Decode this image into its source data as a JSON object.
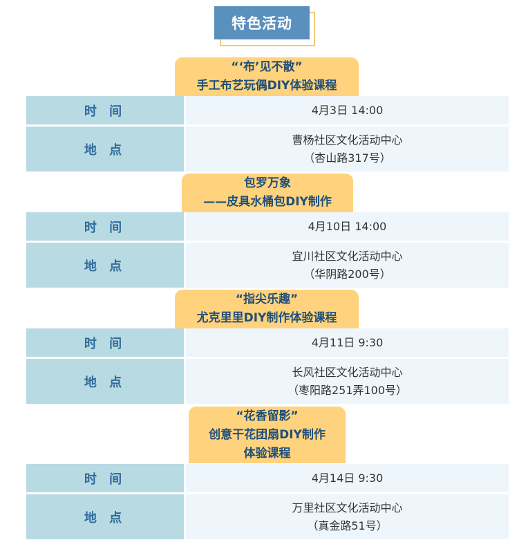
{
  "section_title": "特色活动",
  "events": [
    {
      "title_lines": [
        "“‘布’见不散”",
        "手工布艺玩偶DIY体验课程"
      ],
      "time_label": "时 间",
      "time_value": "4月3日 14:00",
      "place_label": "地 点",
      "place_lines": [
        "曹杨社区文化活动中心",
        "（杏山路317号）"
      ]
    },
    {
      "title_lines": [
        "包罗万象",
        "——皮具水桶包DIY制作"
      ],
      "time_label": "时 间",
      "time_value": "4月10日 14:00",
      "place_label": "地 点",
      "place_lines": [
        "宜川社区文化活动中心",
        "（华阴路200号）"
      ]
    },
    {
      "title_lines": [
        "“指尖乐趣”",
        "尤克里里DIY制作体验课程"
      ],
      "time_label": "时 间",
      "time_value": "4月11日 9:30",
      "place_label": "地 点",
      "place_lines": [
        "长风社区文化活动中心",
        "（枣阳路251弄100号）"
      ]
    },
    {
      "title_lines": [
        "“花香留影”",
        "创意干花团扇DIY制作",
        "体验课程"
      ],
      "time_label": "时 间",
      "time_value": "4月14日 9:30",
      "place_label": "地 点",
      "place_lines": [
        "万里社区文化活动中心",
        "（真金路51号）"
      ]
    }
  ]
}
